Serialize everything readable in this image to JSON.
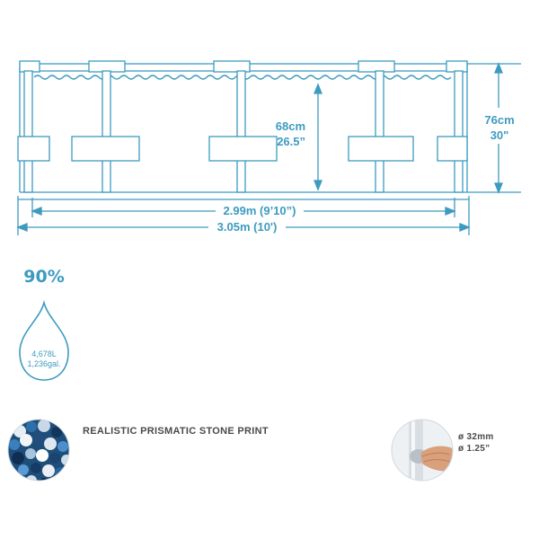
{
  "dimensions": {
    "inner_height_metric": "68cm",
    "inner_height_imperial": "26.5”",
    "total_height_metric": "76cm",
    "total_height_imperial": "30\"",
    "inner_diameter": "2.99m (9’10”)",
    "outer_diameter": "3.05m (10')"
  },
  "water": {
    "fill_percent": "90%",
    "volume_liters": "4,678L",
    "volume_gallons": "1,236gal."
  },
  "features": {
    "stone_print_label": "REALISTIC PRISMATIC STONE PRINT",
    "pipe_diameter_metric": "ø 32mm",
    "pipe_diameter_imperial": "ø 1.25”"
  },
  "colors": {
    "accent": "#3d9bbf",
    "text_gray": "#4a4a4a"
  }
}
